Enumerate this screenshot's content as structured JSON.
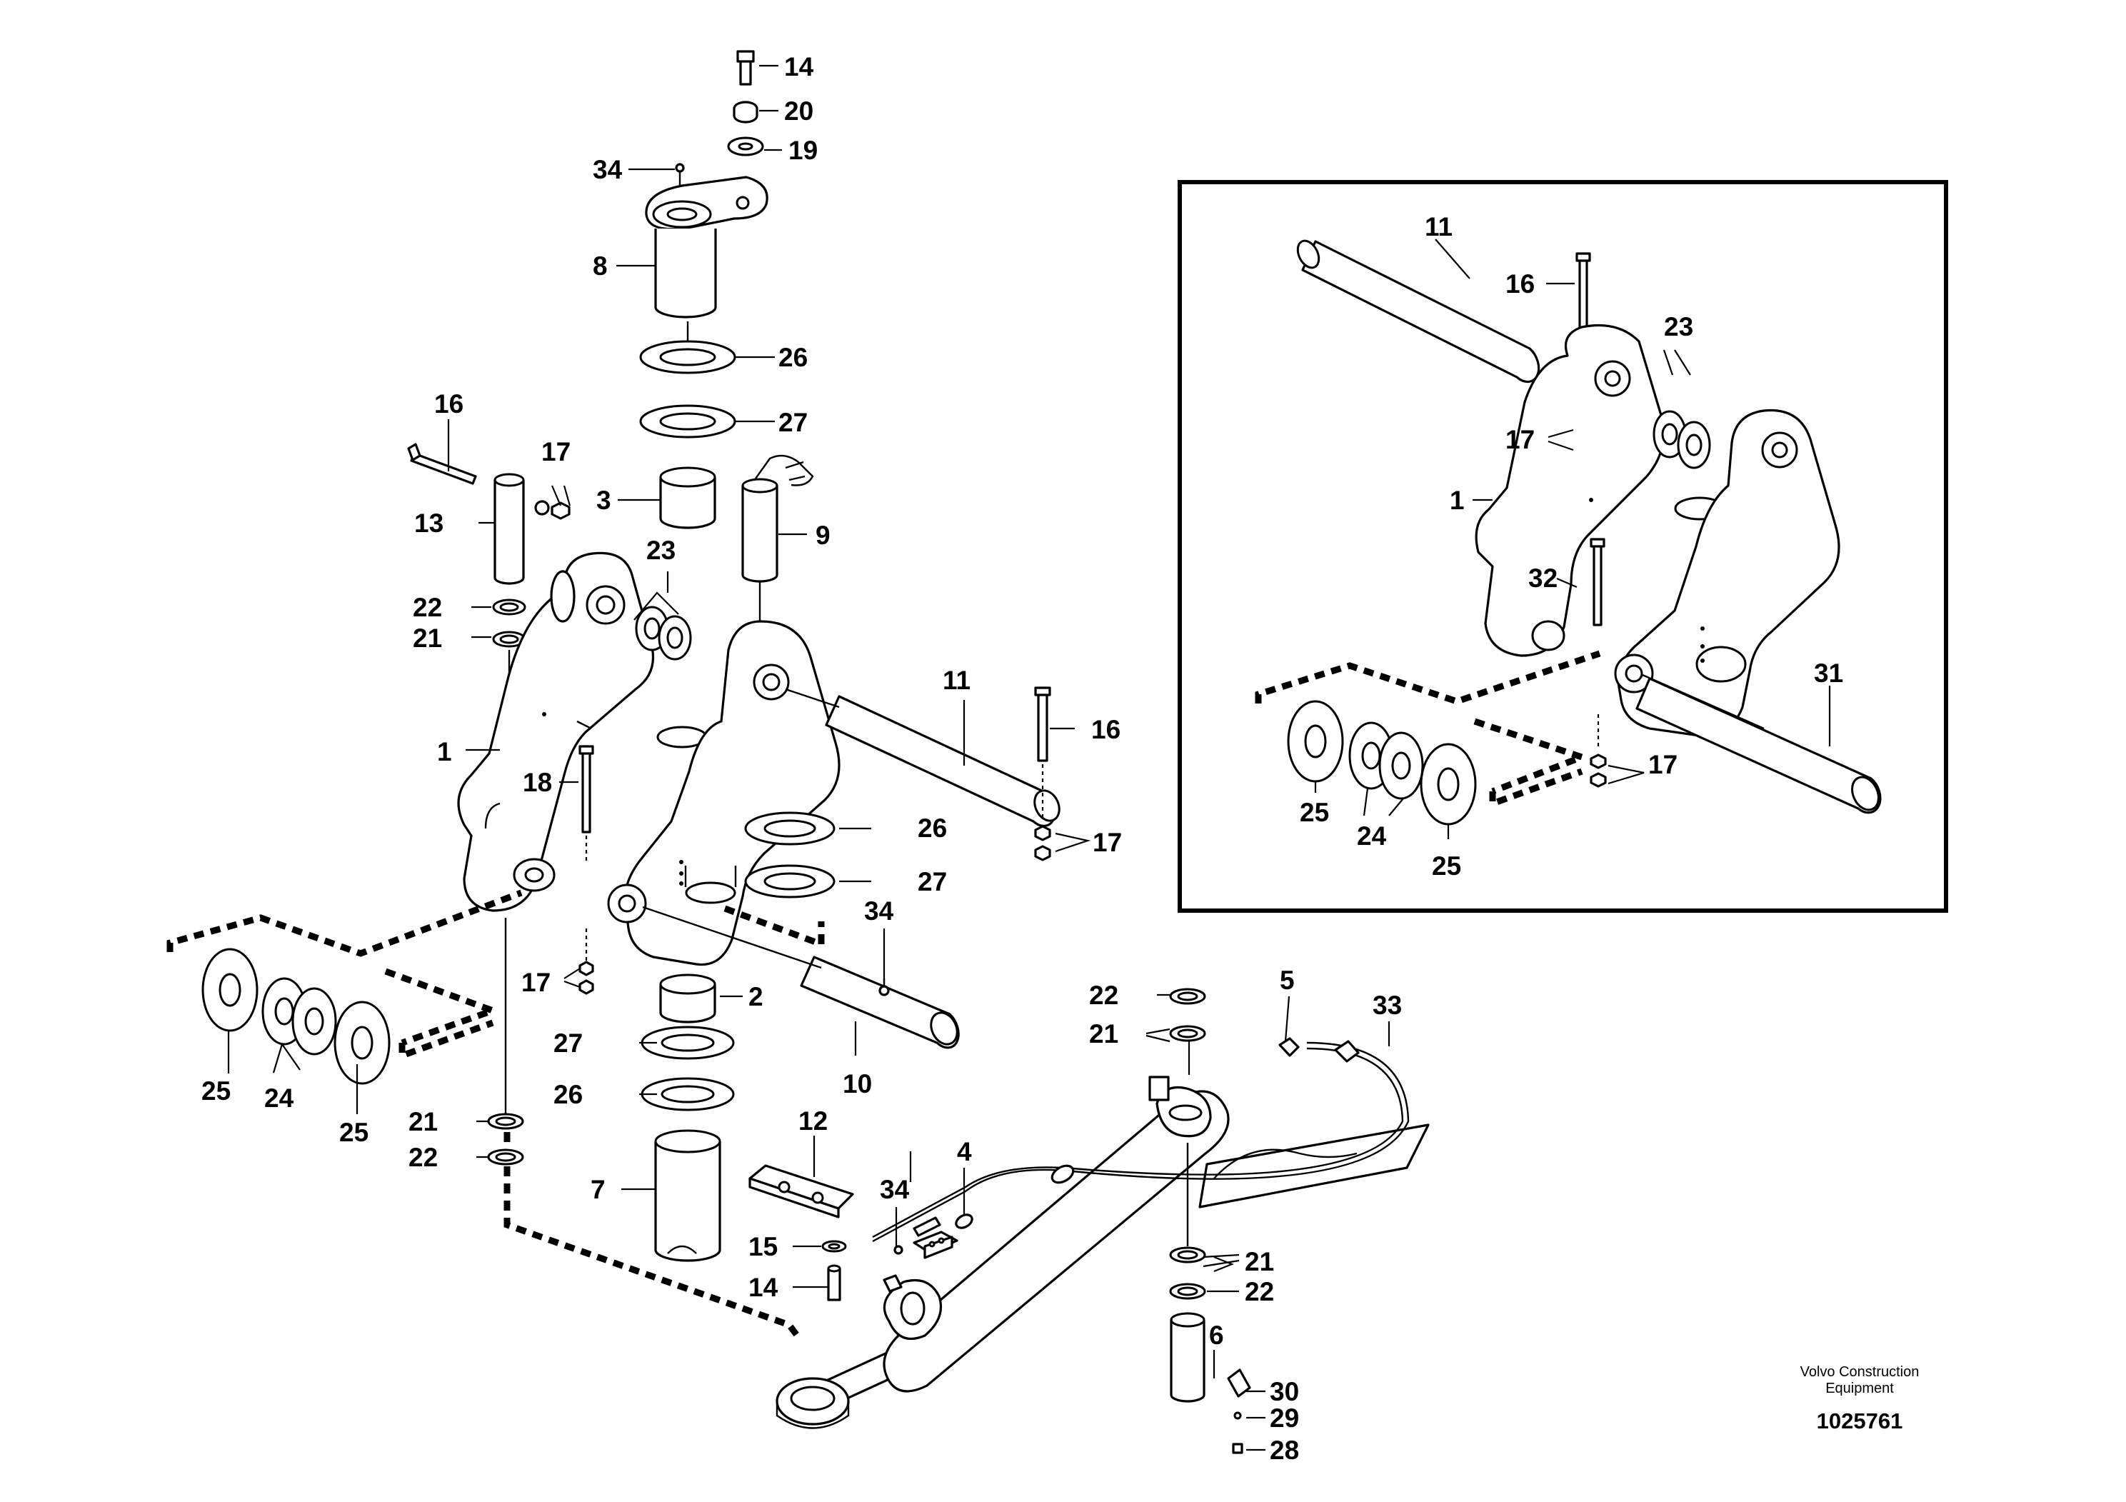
{
  "diagram": {
    "labels": {
      "l1": "1",
      "l2": "2",
      "l3": "3",
      "l4": "4",
      "l5": "5",
      "l6": "6",
      "l7": "7",
      "l8": "8",
      "l9": "9",
      "l10": "10",
      "l11": "11",
      "l12": "12",
      "l13": "13",
      "l14": "14",
      "l15": "15",
      "l16": "16",
      "l17": "17",
      "l18": "18",
      "l19": "19",
      "l20": "20",
      "l21": "21",
      "l22": "22",
      "l23": "23",
      "l24": "24",
      "l25": "25",
      "l26": "26",
      "l27": "27",
      "l28": "28",
      "l29": "29",
      "l30": "30",
      "l31": "31",
      "l32": "32",
      "l33": "33",
      "l34": "34"
    },
    "inset_labels": {
      "i1": "1",
      "i11": "11",
      "i16": "16",
      "i17": "17",
      "i23": "23",
      "i24": "24",
      "i25": "25",
      "i31": "31",
      "i32": "32"
    },
    "footer": {
      "maker_line1": "Volvo Construction",
      "maker_line2": "Equipment",
      "drawing_number": "1025761"
    }
  }
}
